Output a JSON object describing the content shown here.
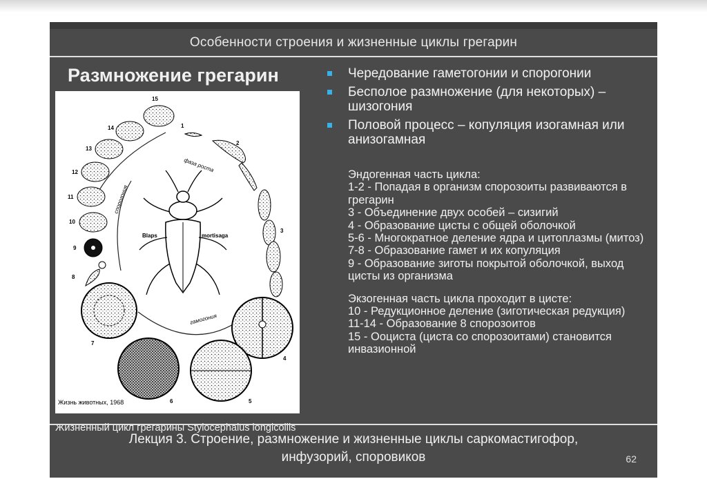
{
  "header": {
    "title": "Особенности строения и жизненные циклы грегарин"
  },
  "slide_title": "Размножение грегарин",
  "figure": {
    "credit": "Жизнь животных, 1968",
    "caption": "Жизненный цикл грегарины Stylocephalus longicollis",
    "labels": {
      "growth": "фаза роста",
      "sporogony": "спорогония",
      "gametogony": "гамогония",
      "blaps": "Blaps",
      "mortisaga": "mortisaga",
      "stages": [
        "1",
        "2",
        "3",
        "4",
        "5",
        "6",
        "7",
        "8",
        "9",
        "10",
        "11",
        "12",
        "13",
        "14",
        "15"
      ]
    }
  },
  "bullets": [
    "Чередование гаметогонии и спорогонии",
    "Бесполое размножение   (для некоторых) – шизогония",
    "Половой процесс – копуляция изогамная или анизогамная"
  ],
  "notes": {
    "endo": [
      "Эндогенная часть цикла:",
      "1-2 - Попадая в организм спорозоиты развиваются в грегарин",
      "3 - Объединение двух особей – сизигий",
      "4 - Образование цисты с общей оболочкой",
      "5-6 - Многократное деление ядра и цитоплазмы  (митоз)",
      "7-8 - Образование гамет и их  копуляция",
      "9 - Образование зиготы покрытой оболочкой, выход цисты из организма"
    ],
    "exo": [
      "Экзогенная часть цикла проходит в цисте:",
      "10 - Редукционное деление (зиготическая редукция)",
      "11-14 - Образование 8 спорозоитов",
      "15 - Ооциста (циста со спорозоитами) становится инвазионной"
    ]
  },
  "footer": {
    "line1": "Лекция 3. Строение, размножение и жизненные циклы саркомастигофор,",
    "line2": "инфузорий, споровиков",
    "page_number": "62"
  }
}
